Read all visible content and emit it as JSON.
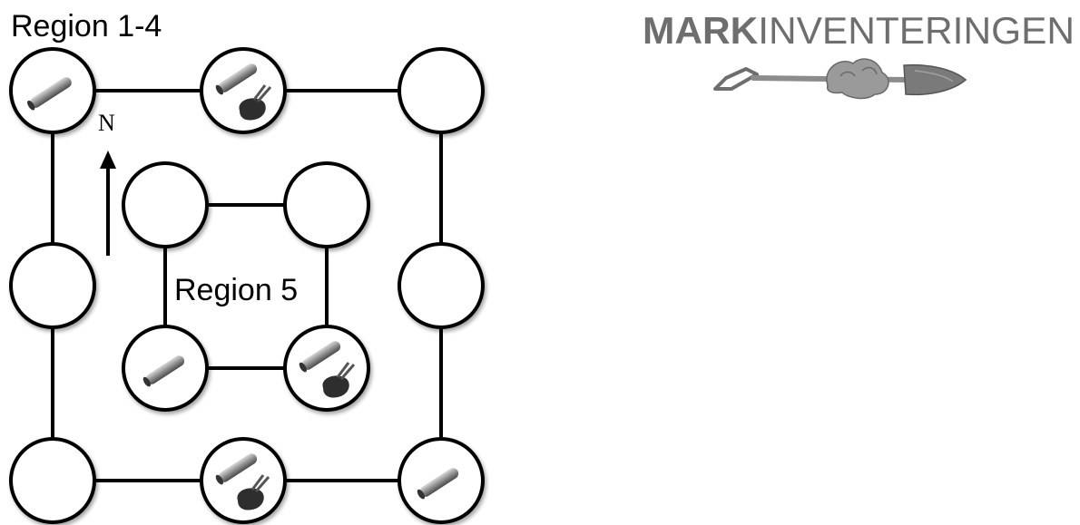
{
  "labels": {
    "outer_region": "Region 1-4",
    "inner_region": "Region 5",
    "north": "N"
  },
  "logo": {
    "bold_part": "MARK",
    "regular_part": "INVENTERINGEN"
  },
  "colors": {
    "logo_text": "#6e6e6e",
    "outline": "#000000",
    "tube": "#8a8a8a",
    "soil": "#2e2e2e"
  },
  "legend_icons": [
    "tube-sampler-icon",
    "soil-pit-shovel-icon"
  ],
  "plots": [
    {
      "id": "outer-nw",
      "icons": [
        "tube-sampler-icon"
      ]
    },
    {
      "id": "outer-n",
      "icons": [
        "tube-sampler-icon",
        "soil-pit-shovel-icon"
      ]
    },
    {
      "id": "outer-ne",
      "icons": []
    },
    {
      "id": "outer-w",
      "icons": []
    },
    {
      "id": "outer-e",
      "icons": []
    },
    {
      "id": "outer-sw",
      "icons": []
    },
    {
      "id": "outer-s",
      "icons": [
        "tube-sampler-icon",
        "soil-pit-shovel-icon"
      ]
    },
    {
      "id": "outer-se",
      "icons": [
        "tube-sampler-icon"
      ]
    },
    {
      "id": "inner-nw",
      "icons": []
    },
    {
      "id": "inner-ne",
      "icons": []
    },
    {
      "id": "inner-sw",
      "icons": [
        "tube-sampler-icon"
      ]
    },
    {
      "id": "inner-se",
      "icons": [
        "tube-sampler-icon",
        "soil-pit-shovel-icon"
      ]
    }
  ]
}
